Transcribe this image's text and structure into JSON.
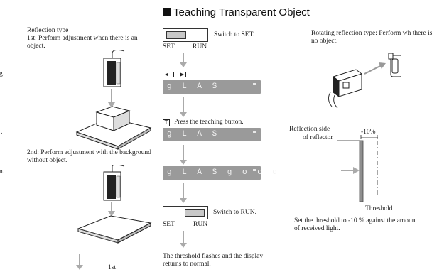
{
  "title": "Teaching Transparent Object",
  "left": {
    "heading": "Reflection type",
    "step1": "1st: Perform adjustment when there is an object.",
    "step2": "2nd: Perform adjustment with the background without object.",
    "bottom_label": "1st"
  },
  "margin_fragments": [
    "g.",
    ".",
    "n."
  ],
  "middle": {
    "switch_set_label": "Switch to SET.",
    "switch_labels": {
      "set": "SET",
      "run": "RUN"
    },
    "display1": "g L A S",
    "teach_key": "T",
    "teach_text": "Press the teaching button.",
    "display2": "g L A S",
    "display3": "g L A S   g o o d",
    "switch_run_label": "Switch to RUN.",
    "footer": "The threshold flashes and the display returns to normal."
  },
  "right": {
    "rotating_text": "Rotating reflection type: Perform wh there is no object.",
    "reflection_side": "Reflection side",
    "of_reflector": "of reflector",
    "percent": "-10%",
    "threshold": "Threshold",
    "threshold_text": "Set the threshold to -10 % against the amount of received light."
  },
  "colors": {
    "lcd_bg": "#9a9a9a",
    "arrow": "#aaaaaa",
    "ink": "#222222"
  }
}
